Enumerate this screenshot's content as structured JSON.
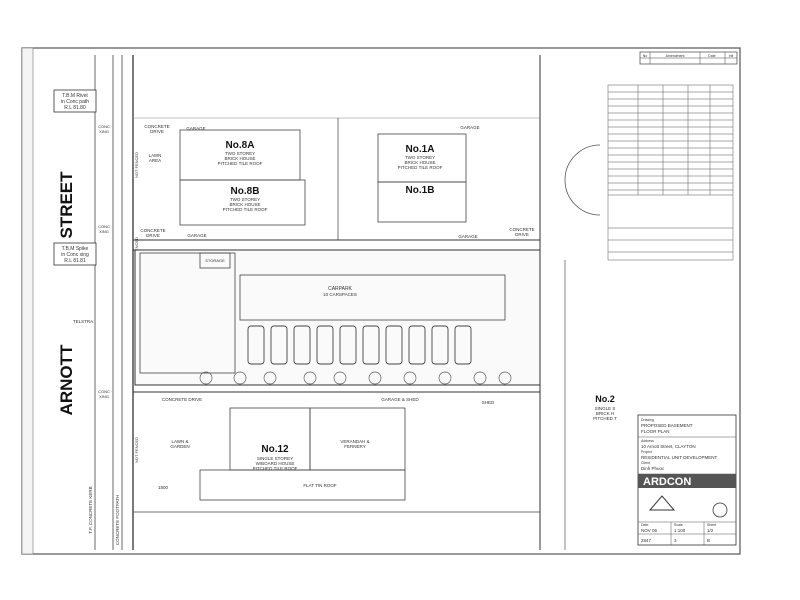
{
  "street": {
    "name1": "STREET",
    "name2": "ARNOTT"
  },
  "tbm": {
    "top": {
      "line1": "T.B.M Rivet",
      "line2": "in Conc path",
      "line3": "R.L 81.80"
    },
    "mid": {
      "line1": "T.B.M Spike",
      "line2": "in Conc xing",
      "line3": "R.L 81.81"
    }
  },
  "labels": {
    "concrete_drive_top": "CONCRETE",
    "concrete_drive_top2": "DRIVE",
    "garage_top": "GARAGE",
    "lawn_area": "LAWN",
    "lawn_area2": "AREA",
    "garage_right_top": "GARAGE",
    "concrete_drive_left": "CONCRETE",
    "concrete_drive_left2": "DRIVE",
    "garage_mid": "GARAGE",
    "garage_right_mid": "GARAGE",
    "concrete_drive_right": "CONCRETE",
    "concrete_drive_right2": "DRIVE",
    "conc_xing_1": "CONC",
    "conc_xing_1b": "XING",
    "conc_xing_2": "CONC",
    "conc_xing_2b": "XING",
    "conc_xing_3": "CONC",
    "conc_xing_3b": "XING",
    "not_fenced_1": "NOT FENCED",
    "not_fenced_2": "NOT FENCED",
    "not_fenced_3": "NOT FENCED",
    "telstra": "TELSTRA",
    "storage": "STORAGE",
    "carpark": "CARPARK",
    "carpark2": "10 CARSPACES",
    "concrete_drive_bottom": "CONCRETE DRIVE",
    "garage_shed": "GARAGE & SHED",
    "shed": "SHED",
    "lawn_garden": "LAWN &",
    "lawn_garden2": "GARDEN",
    "veranda": "VERANDAH &",
    "veranda2": "FERNERY",
    "flat_tin_roof": "FLAT TIN ROOF",
    "tp_concrete_kerb": "T.P. CONCRETE KERB",
    "concrete_footpath": "CONCRETE FOOTPATH",
    "dimension_1800": "1800"
  },
  "houses": [
    {
      "no": "No.8A",
      "l1": "TWO STOREY",
      "l2": "BRICK HOUSE",
      "l3": "PITCHED TILE ROOF"
    },
    {
      "no": "No.8B",
      "l1": "TWO STOREY",
      "l2": "BRICK HOUSE",
      "l3": "PITCHED TILE ROOF"
    },
    {
      "no": "No.1A",
      "l1": "TWO STOREY",
      "l2": "BRICK HOUSE",
      "l3": "PITCHED TILE ROOF"
    },
    {
      "no": "No.1B",
      "l1": "",
      "l2": "",
      "l3": ""
    },
    {
      "no": "No.12",
      "l1": "SINGLE STOREY",
      "l2": "W/BOARD HOUSE",
      "l3": "PITCHED TILE ROOF"
    },
    {
      "no": "No.2",
      "l1": "SINGLE S",
      "l2": "BRICK H",
      "l3": "PITCHED T"
    }
  ],
  "title_block": {
    "drawing_label": "Drawing",
    "drawing_title": "PROPOSED BASEMENT",
    "drawing_title2": "FLOOR PLAN",
    "address_label": "Address",
    "address": "10 Arnott Street, CLAYTON",
    "project_label": "Project",
    "project": "RESIDENTIAL UNIT DEVELOPMENT",
    "client_label": "Client",
    "client": "Dinh Phuoc",
    "firm": "ARDCON",
    "footer_date_label": "Date",
    "footer_date": "NOV 06",
    "footer_scale_label": "Scale",
    "footer_scale": "1:100",
    "footer_sheet_label": "Sheet",
    "footer_sheet": "1/2",
    "footer_job": "2847",
    "footer_dwg": "3",
    "footer_rev": "B"
  },
  "revision_block": {
    "col_no": "No",
    "col_amend": "Amendment",
    "col_date": "Date",
    "col_init": "Init"
  }
}
